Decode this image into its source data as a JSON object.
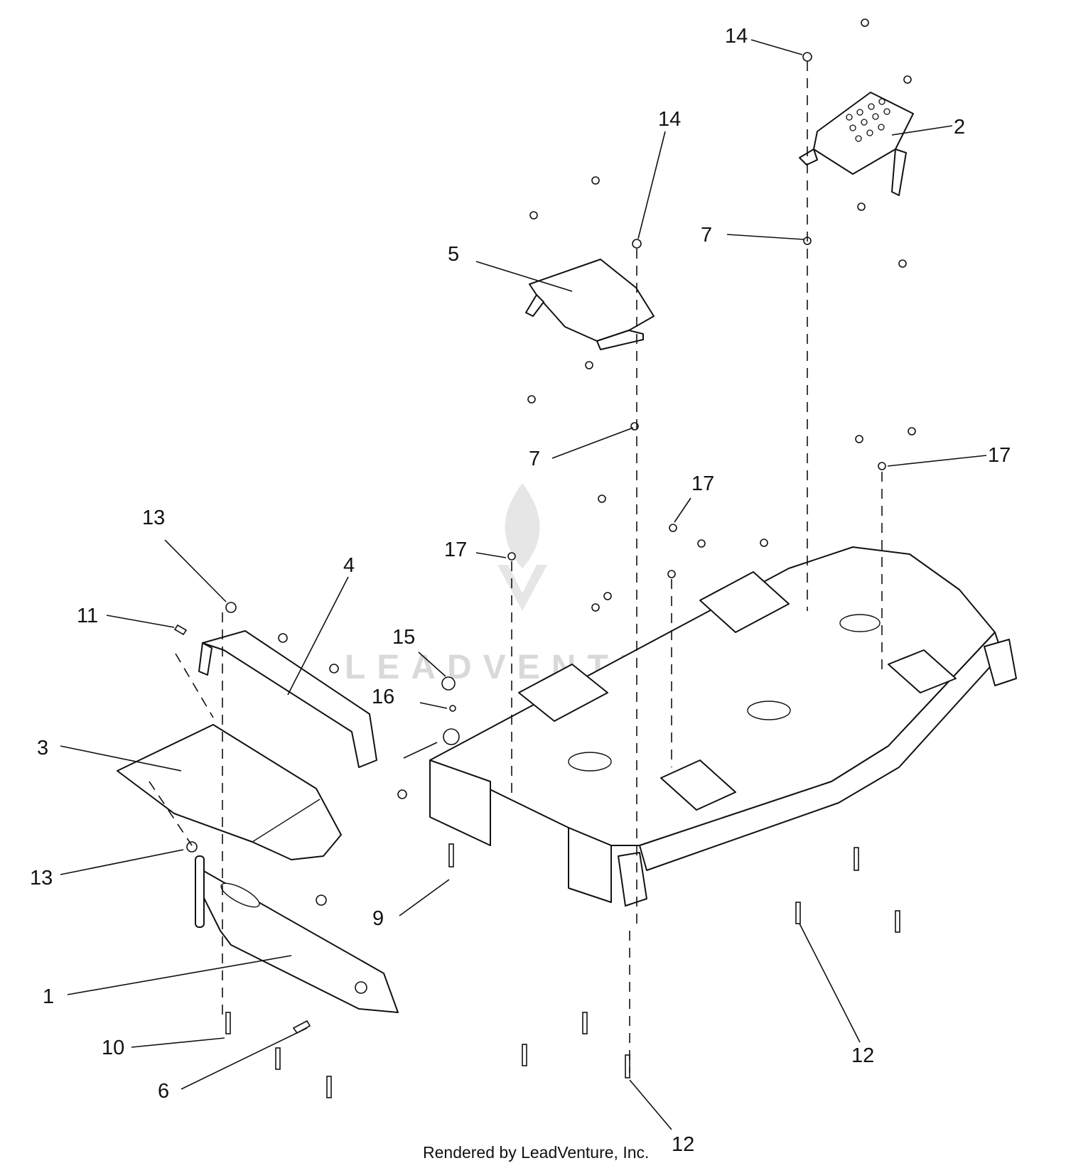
{
  "diagram": {
    "callouts": [
      {
        "label": "1"
      },
      {
        "label": "2"
      },
      {
        "label": "3"
      },
      {
        "label": "4"
      },
      {
        "label": "5"
      },
      {
        "label": "6"
      },
      {
        "label": "7"
      },
      {
        "label": "7"
      },
      {
        "label": "9"
      },
      {
        "label": "10"
      },
      {
        "label": "11"
      },
      {
        "label": "12"
      },
      {
        "label": "12"
      },
      {
        "label": "13"
      },
      {
        "label": "13"
      },
      {
        "label": "14"
      },
      {
        "label": "14"
      },
      {
        "label": "15"
      },
      {
        "label": "16"
      },
      {
        "label": "17"
      },
      {
        "label": "17"
      },
      {
        "label": "17"
      }
    ],
    "watermark": "LEADVENTURE",
    "credit": "Rendered by LeadVenture, Inc."
  }
}
